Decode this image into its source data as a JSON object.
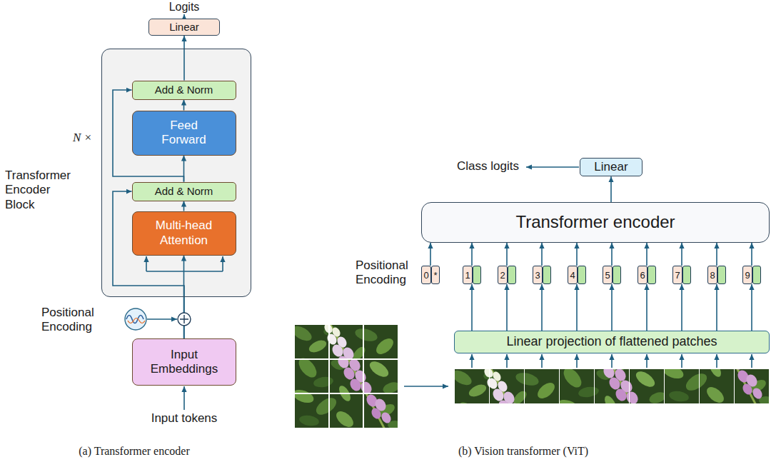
{
  "diagram": {
    "nodes": [
      {
        "text": [
          "Linear"
        ]
      },
      {
        "text": [
          "Transformer Encoder Block"
        ]
      },
      {
        "text": [
          "Add & Norm"
        ],
        "in": 1
      },
      {
        "text": [
          "Feed Forward"
        ],
        "in": 1
      },
      {
        "text": [
          "Add & Norm"
        ],
        "in": 1
      },
      {
        "text": [
          "Multi-head Attention"
        ],
        "in": 1
      },
      {
        "text": [
          "Input Embeddings"
        ]
      },
      {
        "text": [
          "Linear"
        ]
      },
      {
        "text": [
          "Transformer encoder"
        ]
      },
      {
        "text": [
          "0",
          "*"
        ]
      },
      {
        "text": [
          "1"
        ]
      },
      {
        "text": [
          "2"
        ]
      },
      {
        "text": [
          "3"
        ]
      },
      {
        "text": [
          "4"
        ]
      },
      {
        "text": [
          "5"
        ]
      },
      {
        "text": [
          "6"
        ]
      },
      {
        "text": [
          "7"
        ]
      },
      {
        "text": [
          "8"
        ]
      },
      {
        "text": [
          "9"
        ]
      },
      {
        "text": [
          "Linear projection of flattened patches"
        ]
      }
    ],
    "edges": [
      {
        "from": 6,
        "to": 5,
        "arrow": "to"
      },
      {
        "from": 6,
        "to": 4,
        "arrow": "to"
      },
      {
        "from": 5,
        "to": 4,
        "arrow": "to"
      },
      {
        "from": 4,
        "to": 3,
        "arrow": "to"
      },
      {
        "from": 4,
        "to": 2,
        "arrow": "to"
      },
      {
        "from": 3,
        "to": 2,
        "arrow": "to"
      },
      {
        "from": 2,
        "to": 0,
        "arrow": "to"
      },
      {
        "from": 8,
        "to": 7,
        "arrow": "to"
      },
      {
        "from": 9,
        "to": 8,
        "arrow": "to"
      },
      {
        "from": 10,
        "to": 8,
        "arrow": "to"
      },
      {
        "from": 11,
        "to": 8,
        "arrow": "to"
      },
      {
        "from": 12,
        "to": 8,
        "arrow": "to"
      },
      {
        "from": 13,
        "to": 8,
        "arrow": "to"
      },
      {
        "from": 14,
        "to": 8,
        "arrow": "to"
      },
      {
        "from": 15,
        "to": 8,
        "arrow": "to"
      },
      {
        "from": 16,
        "to": 8,
        "arrow": "to"
      },
      {
        "from": 17,
        "to": 8,
        "arrow": "to"
      },
      {
        "from": 18,
        "to": 8,
        "arrow": "to"
      },
      {
        "from": 19,
        "to": 10,
        "arrow": "to"
      },
      {
        "from": 19,
        "to": 11,
        "arrow": "to"
      },
      {
        "from": 19,
        "to": 12,
        "arrow": "to"
      },
      {
        "from": 19,
        "to": 13,
        "arrow": "to"
      },
      {
        "from": 19,
        "to": 14,
        "arrow": "to"
      },
      {
        "from": 19,
        "to": 15,
        "arrow": "to"
      },
      {
        "from": 19,
        "to": 16,
        "arrow": "to"
      },
      {
        "from": 19,
        "to": 17,
        "arrow": "to"
      },
      {
        "from": 19,
        "to": 18,
        "arrow": "to"
      }
    ],
    "labels": [
      "Logits",
      "N ×",
      "Positional Encoding",
      "Input tokens",
      "(a) Transformer encoder",
      "Class logits",
      "Positional Encoding",
      "(b) Vision transformer (ViT)"
    ]
  }
}
